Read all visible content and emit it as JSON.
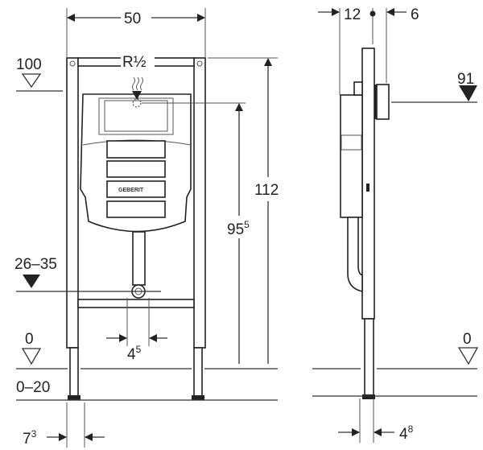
{
  "front_view": {
    "width_label": "50",
    "connection_label": "R½",
    "top_level_label": "100",
    "total_height_label": "112",
    "connection_height_label": {
      "base": "95",
      "sup": "5"
    },
    "drain_height_label": "26–35",
    "floor_level_label": "0",
    "floor_range_label": "0–20",
    "drain_width_label": {
      "base": "4",
      "sup": "5"
    },
    "foot_offset_label": {
      "base": "7",
      "sup": "3"
    },
    "logo_text": "GEBERIT"
  },
  "side_view": {
    "rear_depth_label": "12",
    "front_depth_label": "6",
    "plate_level_label": "91",
    "floor_level_label": "0",
    "foot_depth_label": {
      "base": "4",
      "sup": "8"
    }
  }
}
